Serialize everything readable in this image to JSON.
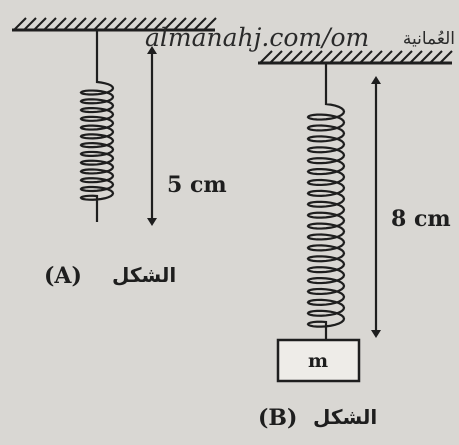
{
  "watermark": {
    "url": "almanahj.com/om",
    "label_ar": "العُمانية"
  },
  "figure_a": {
    "length": "5 cm",
    "caption_letter": "(A)",
    "caption_word": "الشكل"
  },
  "figure_b": {
    "length": "8 cm",
    "mass_label": "m",
    "caption_letter": "(B)",
    "caption_word": "الشكل"
  },
  "colors": {
    "background": "#d9d7d3",
    "ink": "#1e1e1e"
  }
}
